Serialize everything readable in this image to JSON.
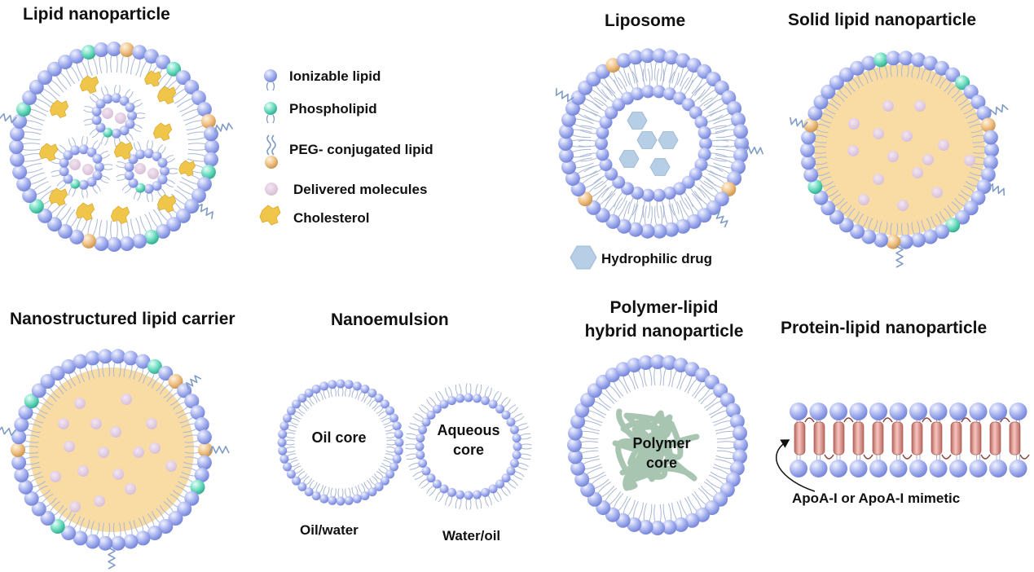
{
  "titles": {
    "lnp": "Lipid nanoparticle",
    "liposome": "Liposome",
    "sln": "Solid lipid nanoparticle",
    "nlc": "Nanostructured lipid carrier",
    "nanoemulsion": "Nanoemulsion",
    "plh_line1": "Polymer-lipid",
    "plh_line2": "hybrid nanoparticle",
    "prot": "Protein-lipid nanoparticle"
  },
  "legend": [
    {
      "icon": "ionizable-lipid-icon",
      "label": "Ionizable lipid"
    },
    {
      "icon": "phospholipid-icon",
      "label": "Phospholipid"
    },
    {
      "icon": "peg-lipid-icon",
      "label": "PEG- conjugated lipid"
    },
    {
      "icon": "delivered-molecule-icon",
      "label": "Delivered molecules"
    },
    {
      "icon": "cholesterol-icon",
      "label": "Cholesterol"
    }
  ],
  "labels": {
    "hydrophilic": "Hydrophilic drug",
    "oil_core": "Oil core",
    "aqueous_1": "Aqueous",
    "aqueous_2": "core",
    "oil_water": "Oil/water",
    "water_oil": "Water/oil",
    "polymer_1": "Polymer",
    "polymer_2": "core",
    "apoa": "ApoA-I or ApoA-I mimetic"
  },
  "colors": {
    "ionizable": "#8d9be4",
    "phospholipid": "#4fc9ae",
    "peg_anchor": "#e7b777",
    "peg_tail": "#7f9cc6",
    "delivered": "#ddc8dc",
    "cholesterol": "#f0c64a",
    "solid_core": "#f8dca4",
    "hydrophilic_drug": "#b6cfe6",
    "polymer": "#a3c2ae",
    "protein": "#e9a7a0"
  }
}
